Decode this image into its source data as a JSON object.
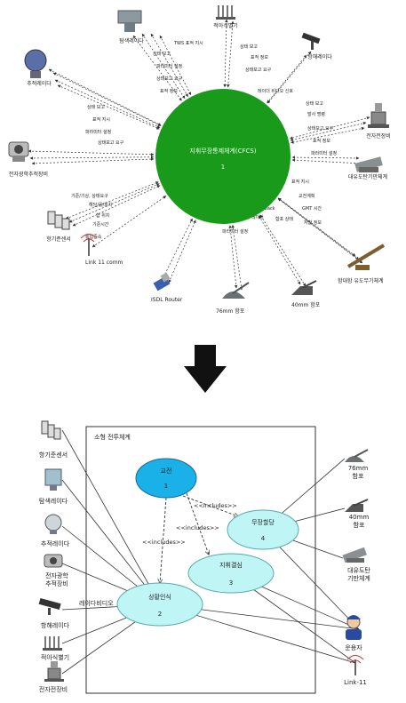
{
  "top": {
    "center": {
      "title": "지휘무장통제체계(CFCS)",
      "number": "1",
      "color": "#1a9a1a"
    },
    "nodes": [
      {
        "id": "search-radar",
        "label": "탐색레이다",
        "icon": "radar-antenna-icon"
      },
      {
        "id": "iff",
        "label": "적아식별기",
        "icon": "iff-array-icon"
      },
      {
        "id": "nav-radar",
        "label": "항해레이다",
        "icon": "nav-radar-icon"
      },
      {
        "id": "track-radar",
        "label": "추적레이다",
        "icon": "tracking-radar-icon"
      },
      {
        "id": "eo-tracker",
        "label": "전자광학추적장비",
        "icon": "camera-turret-icon"
      },
      {
        "id": "nav-sensor",
        "label": "항기준센서",
        "icon": "sensor-box-icon"
      },
      {
        "id": "link11",
        "label": "Link 11 comm",
        "icon": "antenna-icon"
      },
      {
        "id": "isdl",
        "label": "ISDL Router",
        "icon": "satellite-icon"
      },
      {
        "id": "gun76",
        "label": "76mm 함포",
        "icon": "naval-gun-icon"
      },
      {
        "id": "gun40",
        "label": "40mm 함포",
        "icon": "naval-gun-icon"
      },
      {
        "id": "guided-weapon",
        "label": "함대함 유도무기체계",
        "icon": "missile-launcher-icon"
      },
      {
        "id": "decoy",
        "label": "대유도탄기만체계",
        "icon": "decoy-launcher-icon"
      },
      {
        "id": "ew",
        "label": "전자전장비",
        "icon": "ew-equipment-icon"
      }
    ],
    "messages": [
      "TWS 표적 지시",
      "상태 보고",
      "파라미터 설정",
      "상태보고 요구",
      "표적 정보",
      "레이더 비디오 신호",
      "상태 보고",
      "표적 정보",
      "상태보고 요구",
      "상태 보고",
      "표적 지시",
      "파라미터 설정",
      "상태보고 요구",
      "기준/기상, 상태요구",
      "해당/롤/피치",
      "함 위치",
      "기준시간",
      "통합중속",
      "Tell back",
      "포 명령 데이터",
      "파라미터 설정",
      "함포 상태",
      "표적 지시",
      "교전계획",
      "GMT 시간",
      "자함 정보",
      "상태 보고",
      "발사 명령",
      "상태보고 요구",
      "표적 정보",
      "파라미터 설정"
    ]
  },
  "bottom": {
    "system_title": "소형 전투체계",
    "use_cases": [
      {
        "id": "uc1",
        "name": "교전",
        "number": "1",
        "color": "#1ab0e8"
      },
      {
        "id": "uc2",
        "name": "상황인식",
        "number": "2",
        "color": "#bff5f5"
      },
      {
        "id": "uc3",
        "name": "지휘결심",
        "number": "3",
        "color": "#bff5f5"
      },
      {
        "id": "uc4",
        "name": "무장할당",
        "number": "4",
        "color": "#bff5f5"
      }
    ],
    "includes": [
      "<<includes>>",
      "<<includes>>",
      "<<includes>>"
    ],
    "left_actors": [
      "항기준센서",
      "탐색레이다",
      "추적레이다",
      "전자광학 추적장비",
      "항해레이다",
      "적아식별기",
      "전자전장비"
    ],
    "radar_video_label": "레이다비디오",
    "right_actors": [
      "76mm 함포",
      "40mm 함포",
      "대유도탄 기만체계",
      "운용자",
      "Link-11"
    ]
  }
}
